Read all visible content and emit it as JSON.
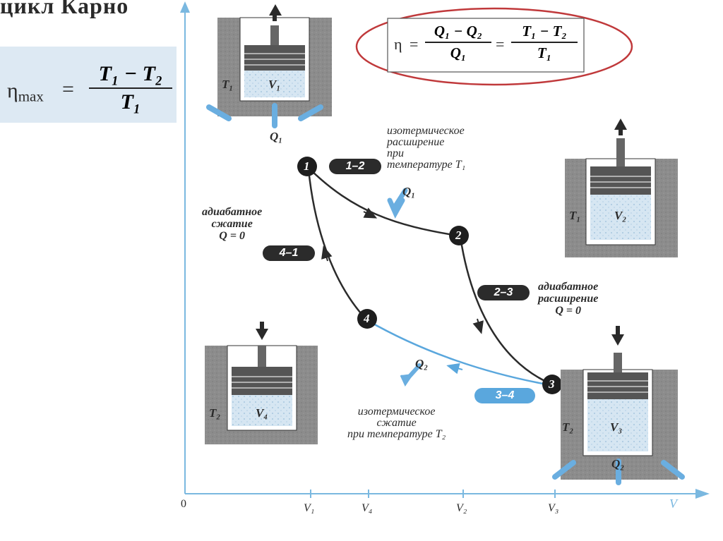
{
  "title": "цикл Карно",
  "efficiency_max": {
    "lhs": "η",
    "lhs_sub": "max",
    "num": "T₁ − T₂",
    "den": "T₁"
  },
  "efficiency": {
    "lhs": "η",
    "num1": "Q₁ − Q₂",
    "den1": "Q₁",
    "num2": "T₁ − T₂",
    "den2": "T₁"
  },
  "axis": {
    "origin": "0",
    "x_label": "V",
    "ticks": [
      "V₁",
      "V₄",
      "V₂",
      "V₃"
    ]
  },
  "points": [
    "1",
    "2",
    "3",
    "4"
  ],
  "processes": {
    "p12": {
      "tag": "1–2",
      "text": [
        "изотермическое",
        "расширение",
        "при",
        "температуре T₁"
      ],
      "heat": "Q₁"
    },
    "p23": {
      "tag": "2–3",
      "text": [
        "адиабатное",
        "расширение",
        "Q = 0"
      ]
    },
    "p34": {
      "tag": "3–4",
      "text": [
        "изотермическое",
        "сжатие",
        "при температуре T₂"
      ],
      "heat": "Q₂"
    },
    "p41": {
      "tag": "4–1",
      "text": [
        "адиабатное",
        "сжатие",
        "Q = 0"
      ]
    }
  },
  "cylinders": {
    "c1": {
      "temp": "T₁",
      "vol": "V₁",
      "heat": "Q₁"
    },
    "c2": {
      "temp": "T₁",
      "vol": "V₂"
    },
    "c3": {
      "temp": "T₂",
      "vol": "V₃",
      "heat": "Q₂"
    },
    "c4": {
      "temp": "T₂",
      "vol": "V₄"
    }
  },
  "colors": {
    "curve_dark": "#2b2b2b",
    "curve_blue": "#5aa7dd",
    "axis": "#7ab8e0",
    "highlight_ring": "#c0393b",
    "panel": "#dde9f3"
  }
}
